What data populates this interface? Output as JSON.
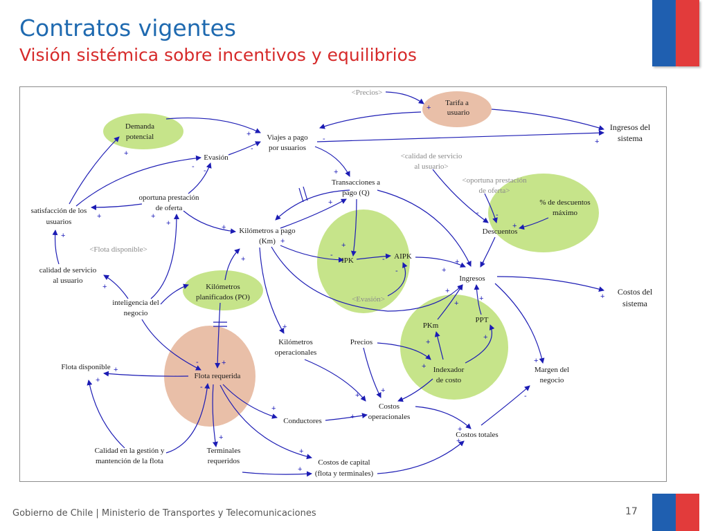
{
  "header": {
    "title": "Contratos vigentes",
    "subtitle": "Visión sistémica sobre incentivos y equilibrios"
  },
  "footer": {
    "text": "Gobierno de Chile | Ministerio de Transportes y Telecomunicaciones",
    "page_number": "17"
  },
  "colors": {
    "title": "#1f6ab0",
    "subtitle": "#d62a2a",
    "green_bubble": "#c6e48a",
    "pink_bubble": "#e9bfa8",
    "arrow": "#1c1cb4",
    "flag_blue": "#1f5fb0",
    "flag_red": "#e23b3b"
  },
  "diagram": {
    "nodes": {
      "precios_shadow": "<Precios>",
      "tarifa_l1": "Tarifa a",
      "tarifa_l2": "usuario",
      "demanda_l1": "Demanda",
      "demanda_l2": "potencial",
      "viajes_l1": "Viajes a pago",
      "viajes_l2": "por usuarios",
      "ingresos_sistema_l1": "Ingresos del",
      "ingresos_sistema_l2": "sistema",
      "evasion": "Evasión",
      "calidad_shadow_l1": "<calidad de servicio",
      "calidad_shadow_l2": "al usuario>",
      "transacciones_l1": "Transacciones a",
      "transacciones_l2": "pago (Q)",
      "oportuna_shadow_l1": "<oportuna prestación",
      "oportuna_shadow_l2": "de oferta>",
      "descuentos_max_l1": "% de descuentos",
      "descuentos_max_l2": "máximo",
      "satisfaccion_l1": "satisfacción de los",
      "satisfaccion_l2": "usuarios",
      "oportuna_l1": "oportuna prestación",
      "oportuna_l2": "de oferta",
      "km_pago_l1": "Kilómetros a pago",
      "km_pago_l2": "(Km)",
      "descuentos": "Descuentos",
      "flota_shadow": "<Flota disponible>",
      "ipk": "IPK",
      "aipk": "AIPK",
      "calidad_l1": "calidad de servicio",
      "calidad_l2": "al usuario",
      "ingresos": "Ingresos",
      "km_plan_l1": "Kilómetros",
      "km_plan_l2": "planificados (PO)",
      "evasion_shadow": "<Evasión>",
      "costos_sistema_l1": "Costos del",
      "costos_sistema_l2": "sistema",
      "inteligencia_l1": "inteligencia del",
      "inteligencia_l2": "negocio",
      "ppt": "PPT",
      "pkm": "PKm",
      "km_oper_l1": "Kilómetros",
      "km_oper_l2": "operacionales",
      "precios": "Precios",
      "flota_disp": "Flota disponible",
      "flota_req": "Flota requerida",
      "indexador_l1": "Indexador",
      "indexador_l2": "de costo",
      "margen_l1": "Margen del",
      "margen_l2": "negocio",
      "costos_oper_l1": "Costos",
      "costos_oper_l2": "operacionales",
      "conductores": "Conductores",
      "costos_totales": "Costos totales",
      "calidad_gestion_l1": "Calidad en la gestión y",
      "calidad_gestion_l2": "mantención de la flota",
      "terminales_l1": "Terminales",
      "terminales_l2": "requeridos",
      "costos_capital_l1": "Costos de capital",
      "costos_capital_l2": "(flota y terminales)"
    }
  }
}
